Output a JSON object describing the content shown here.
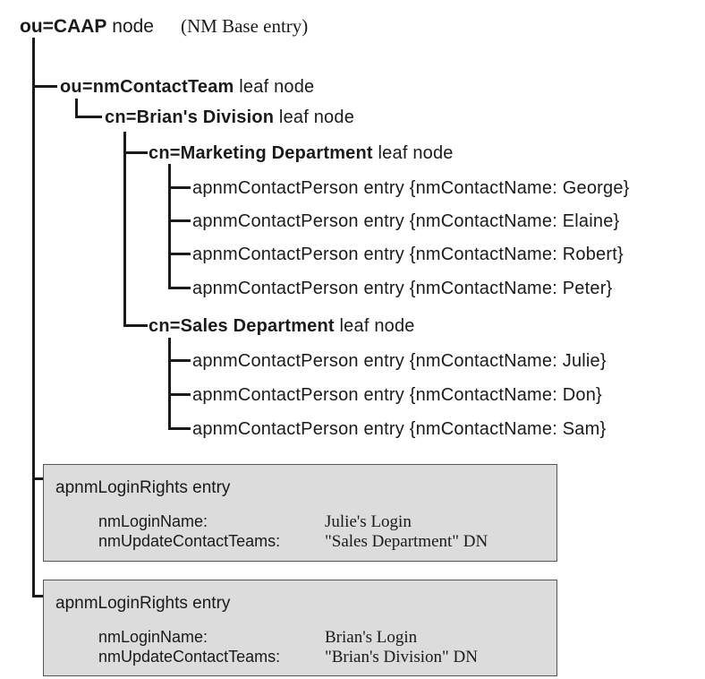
{
  "diagram": {
    "root": {
      "name": "ou=CAAP",
      "type_suffix": " node",
      "annotation": "(NM Base entry)"
    },
    "nodes": {
      "contact_team": {
        "name": "ou=nmContactTeam",
        "type_suffix": " leaf node"
      },
      "brians_division": {
        "name": "cn=Brian's Division",
        "type_suffix": " leaf node"
      },
      "marketing_dept": {
        "name": "cn=Marketing Department",
        "type_suffix": " leaf node"
      },
      "sales_dept": {
        "name": "cn=Sales Department",
        "type_suffix": " leaf node"
      }
    },
    "marketing_entries": [
      "apnmContactPerson entry {nmContactName: George}",
      "apnmContactPerson entry {nmContactName: Elaine}",
      "apnmContactPerson entry {nmContactName: Robert}",
      "apnmContactPerson entry {nmContactName: Peter}"
    ],
    "sales_entries": [
      "apnmContactPerson entry {nmContactName: Julie}",
      "apnmContactPerson entry {nmContactName: Don}",
      "apnmContactPerson entry {nmContactName: Sam}"
    ],
    "login_boxes": [
      {
        "title": "apnmLoginRights entry",
        "rows": [
          {
            "label": "nmLoginName:",
            "value": "Julie's Login"
          },
          {
            "label": "nmUpdateContactTeams:",
            "value": "\"Sales Department\" DN"
          }
        ]
      },
      {
        "title": "apnmLoginRights entry",
        "rows": [
          {
            "label": "nmLoginName:",
            "value": "Brian's Login"
          },
          {
            "label": "nmUpdateContactTeams:",
            "value": "\"Brian's Division\" DN"
          }
        ]
      }
    ],
    "colors": {
      "line": "#1a1a1a",
      "text": "#1a1a1a",
      "box_fill": "#dcdcdc",
      "box_border": "#555555",
      "background": "#ffffff"
    }
  }
}
